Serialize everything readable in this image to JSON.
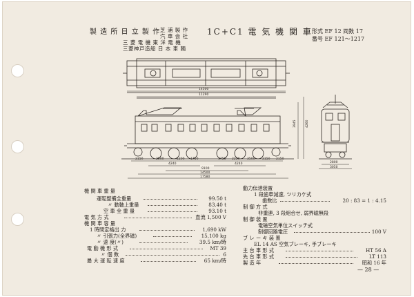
{
  "header": {
    "manufacturer_label": "製 造 所 日 立 製 作",
    "manufacturers": [
      "芝 浦 製 作",
      "汽 車 会 社",
      "三 菱 電 機 東 洋 電 機",
      "三菱神戸造船 日 本 車 輌"
    ],
    "title": "1C+C1 電 気 機 関 車",
    "format_line": "形式 EF 12 両数 17",
    "number_line": "番号 EF 121～1217"
  },
  "drawing": {
    "top_dims": [
      "14500",
      "11290"
    ],
    "side_dims_top": [
      "2150",
      "2500",
      "1200",
      "1750",
      "1750",
      "2250",
      "3500",
      "2150",
      "2150"
    ],
    "side_dims_mid": [
      "4240",
      "4240"
    ],
    "side_dims_bottom": [
      "9100",
      "14500",
      "17580"
    ],
    "height_dims": [
      "3945",
      "4260"
    ],
    "end_dims": [
      "2800",
      "3050"
    ]
  },
  "specs_left": [
    {
      "label": "機 関 車 重 量",
      "value": ""
    },
    {
      "label": "運転整備全重量",
      "value": "99.50 t"
    },
    {
      "label": "〃 動軸上重量",
      "value": "83.40 t"
    },
    {
      "label": "空 車 全 重 量",
      "value": "93.10 t"
    },
    {
      "label": "電 気 方 式",
      "value": "直流 1,500 V"
    },
    {
      "label": "機 関 車 容 量",
      "value": ""
    },
    {
      "label": "1 時間定格出 力",
      "value": "1,690 kW"
    },
    {
      "label": "〃 引張力(全界磁)",
      "value": "15,100 kg"
    },
    {
      "label": "〃 速 度(〃)",
      "value": "39.5 km/時"
    },
    {
      "label": "電 動 機 形 式",
      "value": "MT 39"
    },
    {
      "label": "〃 個 数",
      "value": "6"
    },
    {
      "label": "最 大 運 転 速 度",
      "value": "65 km/時"
    }
  ],
  "specs_right": [
    {
      "label": "動力伝達装置",
      "value": ""
    },
    {
      "label": "1 段歯車減速, ツリカケ式",
      "value": ""
    },
    {
      "label": "歯数比",
      "value": "20 : 83 = 1 : 4.15"
    },
    {
      "label": "制 御 方 式",
      "value": ""
    },
    {
      "label": "非重連, 3 段組合せ, 弱界磁無段",
      "value": ""
    },
    {
      "label": "制 御 装 置",
      "value": ""
    },
    {
      "label": "電磁空気単位スイッチ式",
      "value": ""
    },
    {
      "label": "制御回路電圧",
      "value": "100 V"
    },
    {
      "label": "ブ レ ー キ 装 置",
      "value": ""
    },
    {
      "label": "EL 14 AS 空気ブレーキ, 手ブレーキ",
      "value": ""
    },
    {
      "label": "主 台 車 形 式",
      "value": "HT 56 A"
    },
    {
      "label": "先 台 車 形 式",
      "value": "LT 113"
    },
    {
      "label": "製 造 年",
      "value": "昭和 16 年"
    }
  ],
  "page_number": "— 28 —"
}
